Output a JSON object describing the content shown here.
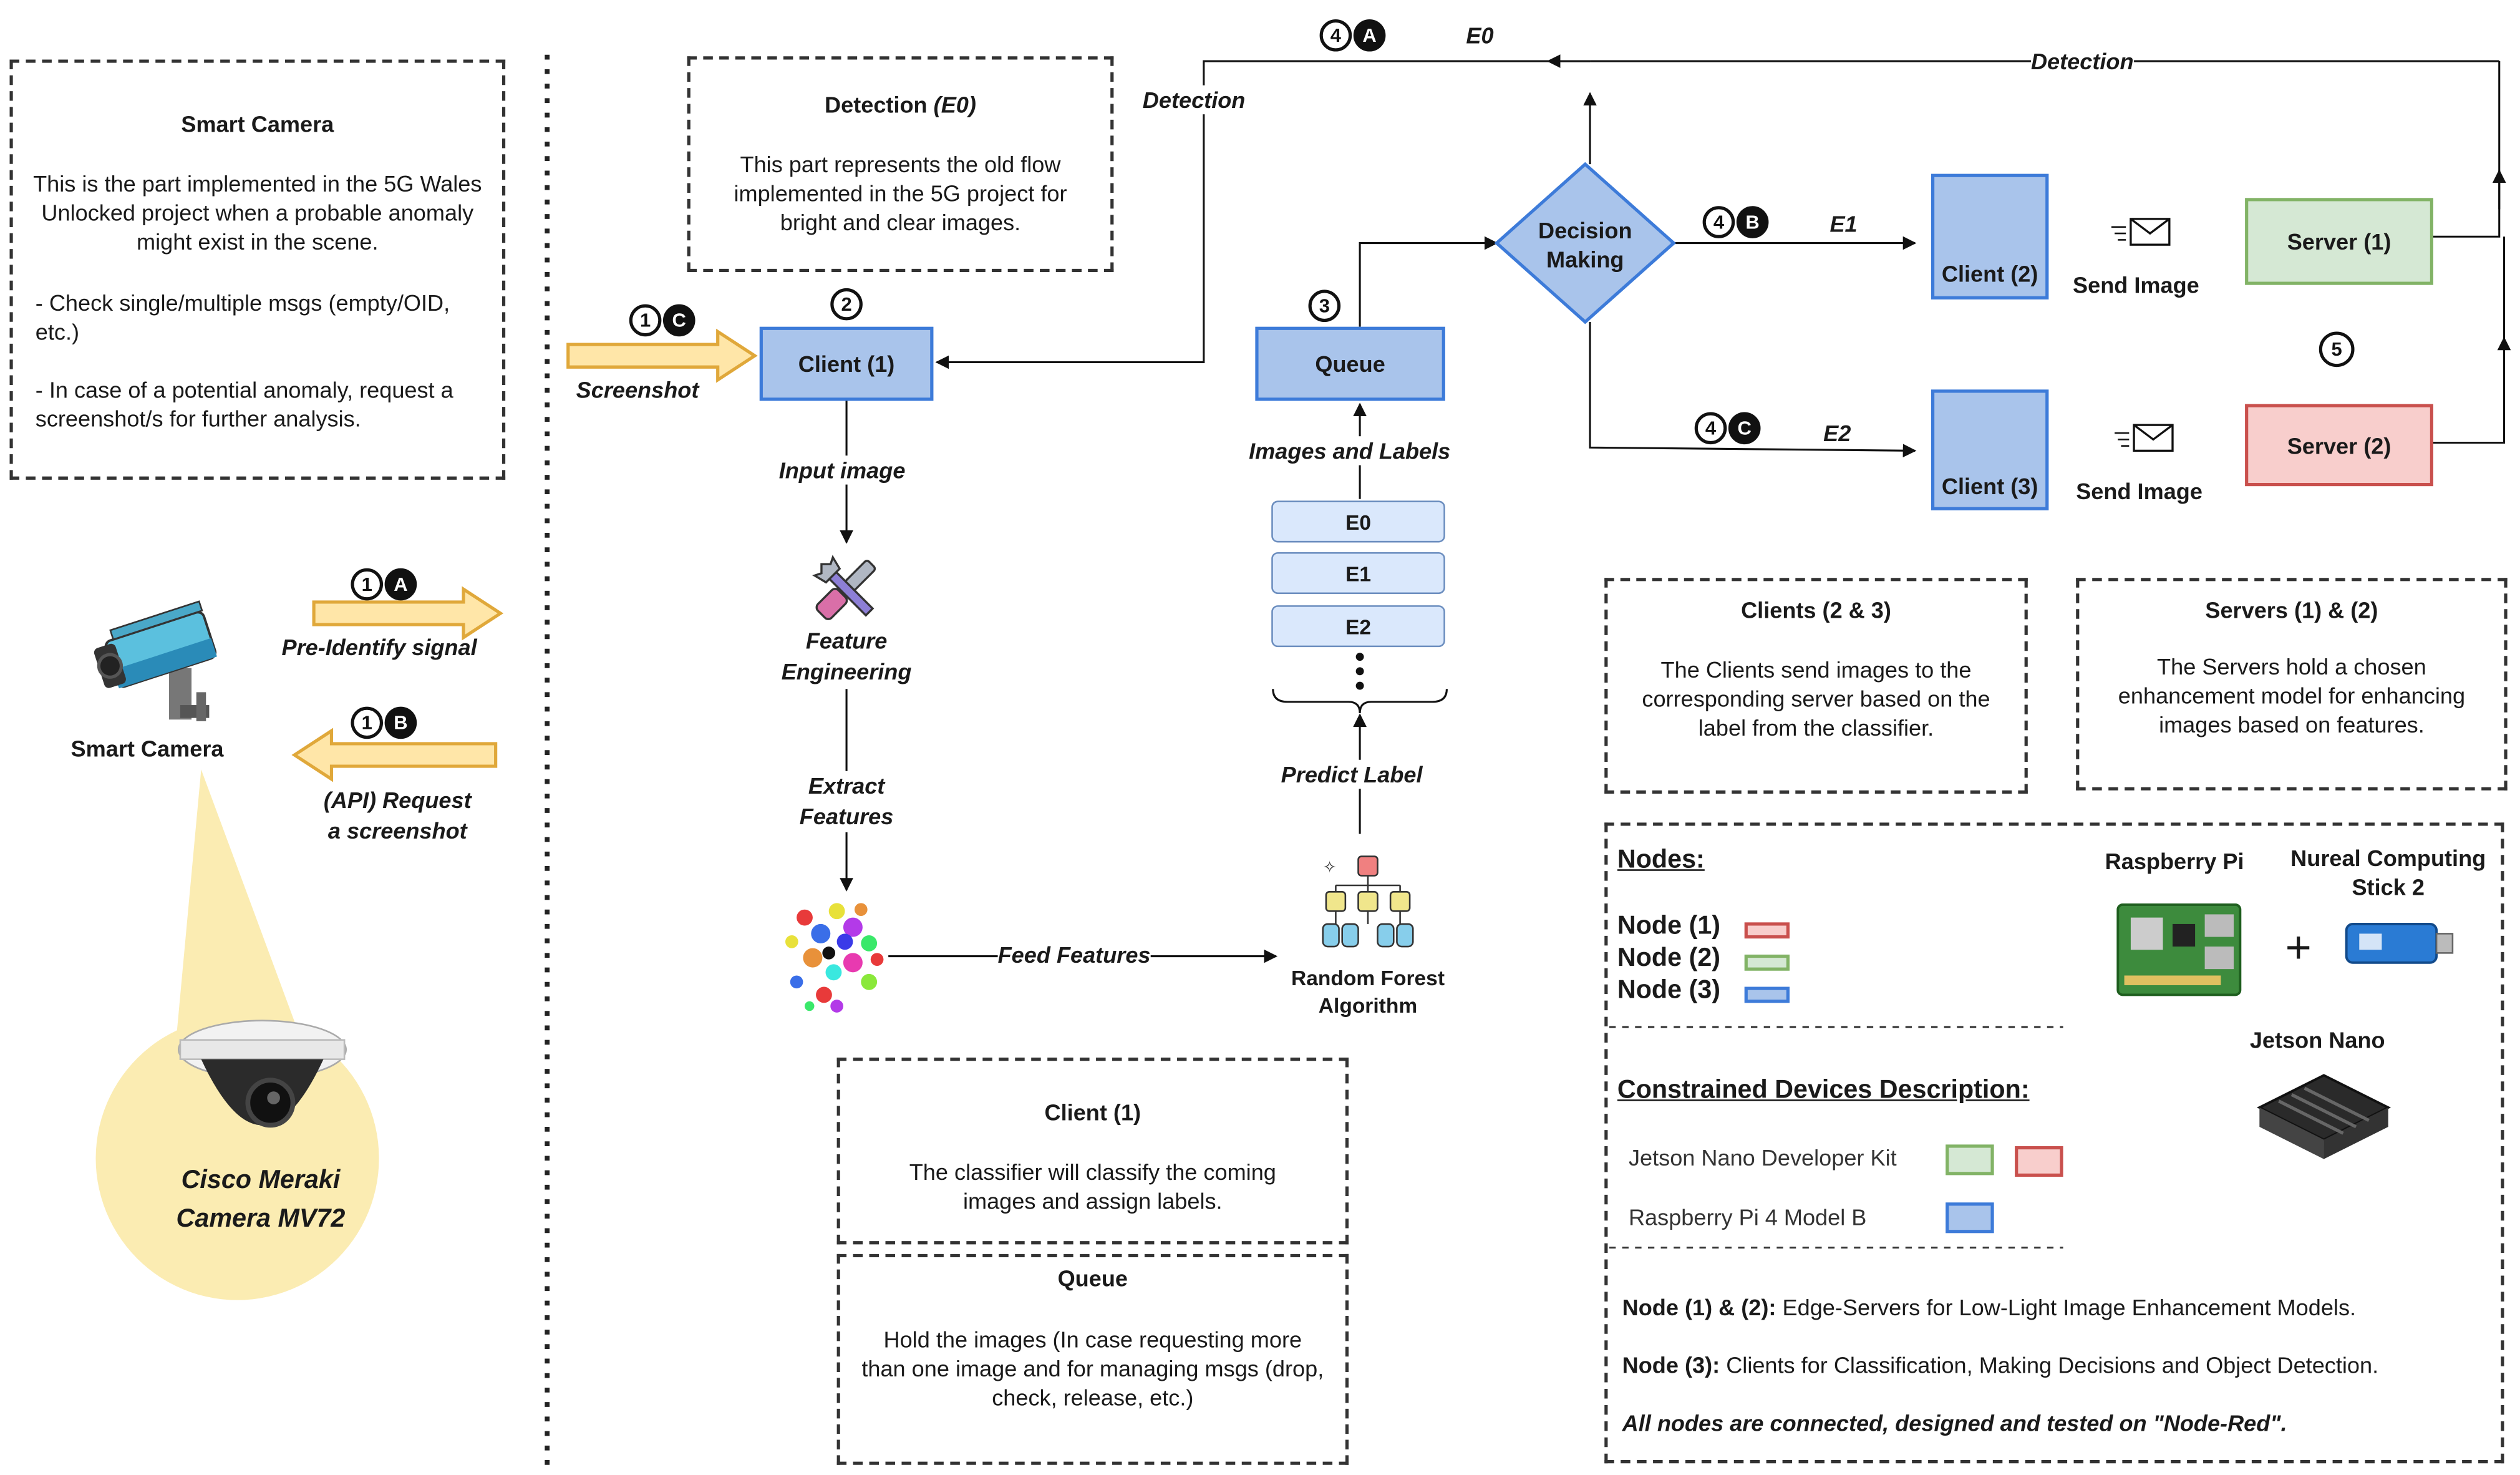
{
  "smart_camera_box": {
    "title": "Smart Camera",
    "text": "This is the part implemented in the 5G Wales Unlocked project when a probable anomaly might exist in the scene.",
    "bullet1": "- Check single/multiple msgs (empty/OID, etc.)",
    "bullet2": "- In case of a potential anomaly, request a screenshot/s for further analysis."
  },
  "camera": {
    "label": "Smart Camera",
    "model_line1": "Cisco Meraki",
    "model_line2": "Camera MV72"
  },
  "signals": {
    "s1a_num": "1",
    "s1a_letter": "A",
    "s1a_label": "Pre-Identify signal",
    "s1b_num": "1",
    "s1b_letter": "B",
    "s1b_label_line1": "(API) Request",
    "s1b_label_line2": "a screenshot",
    "s1c_num": "1",
    "s1c_letter": "C",
    "s1c_label": "Screenshot"
  },
  "detection_box": {
    "title": "Detection ",
    "title_em": "(E0)",
    "text": "This part represents the old flow implemented in the 5G project for bright and clear images."
  },
  "steps": {
    "s2": "2",
    "s3": "3",
    "s5": "5",
    "s4a_num": "4",
    "s4a_letter": "A",
    "s4b_num": "4",
    "s4b_letter": "B",
    "s4c_num": "4",
    "s4c_letter": "C"
  },
  "nodes": {
    "client1": "Client (1)",
    "queue": "Queue",
    "decision_line1": "Decision",
    "decision_line2": "Making",
    "client2": "Client (2)",
    "client3": "Client (3)",
    "server1": "Server (1)",
    "server2": "Server (2)",
    "send_image_1": "Send Image",
    "send_image_2": "Send Image",
    "feature_eng_line1": "Feature",
    "feature_eng_line2": "Engineering",
    "rf_line1": "Random Forest",
    "rf_line2": "Algorithm"
  },
  "edges": {
    "input_image": "Input image",
    "extract_features_line1": "Extract",
    "extract_features_line2": "Features",
    "feed_features": "Feed Features",
    "predict_label": "Predict Label",
    "images_and_labels": "Images and Labels",
    "detection_left": "Detection",
    "detection_right": "Detection",
    "e0": "E0",
    "e1": "E1",
    "e2": "E2"
  },
  "classes": [
    "E0",
    "E1",
    "E2"
  ],
  "client1_box": {
    "title": "Client (1)",
    "text": "The classifier will classify the coming images and assign labels."
  },
  "queue_box": {
    "title": "Queue",
    "text": "Hold the images (In case requesting more than one image and for managing msgs (drop, check, release, etc.)"
  },
  "clients_box": {
    "title": "Clients (2 & 3)",
    "text": "The Clients send images to the corresponding server based on the label from the classifier."
  },
  "servers_box": {
    "title": "Servers (1) & (2)",
    "text": "The Servers hold a chosen enhancement model for enhancing images based on features."
  },
  "legend": {
    "nodes_title": "Nodes:",
    "node1": "Node (1)",
    "node2": "Node (2)",
    "node3": "Node (3)",
    "constrained_title": "Constrained Devices Description:",
    "jetson_kit": "Jetson Nano Developer Kit",
    "rpi_model": "Raspberry Pi 4 Model B",
    "raspberry_pi": "Raspberry Pi",
    "ncs_line1": "Nureal Computing",
    "ncs_line2": "Stick 2",
    "plus": "+",
    "jetson_nano": "Jetson Nano",
    "note1_bold": "Node (1) & (2):",
    "note1_text": " Edge-Servers for Low-Light Image Enhancement Models.",
    "note2_bold": "Node (3):",
    "note2_text": " Clients for Classification, Making Decisions and Object Detection.",
    "note3": "All nodes are connected, designed and tested on \"Node-Red\"."
  },
  "colors": {
    "blue_fill": "#a9c4eb",
    "blue_stroke": "#3d7bd9",
    "green_fill": "#d5e8d4",
    "green_stroke": "#82b366",
    "red_fill": "#f8cecc",
    "red_stroke": "#c9504d",
    "arrow_fill": "#ffe6a8",
    "arrow_stroke": "#e0a83a",
    "bubble": "#fbecb2"
  }
}
